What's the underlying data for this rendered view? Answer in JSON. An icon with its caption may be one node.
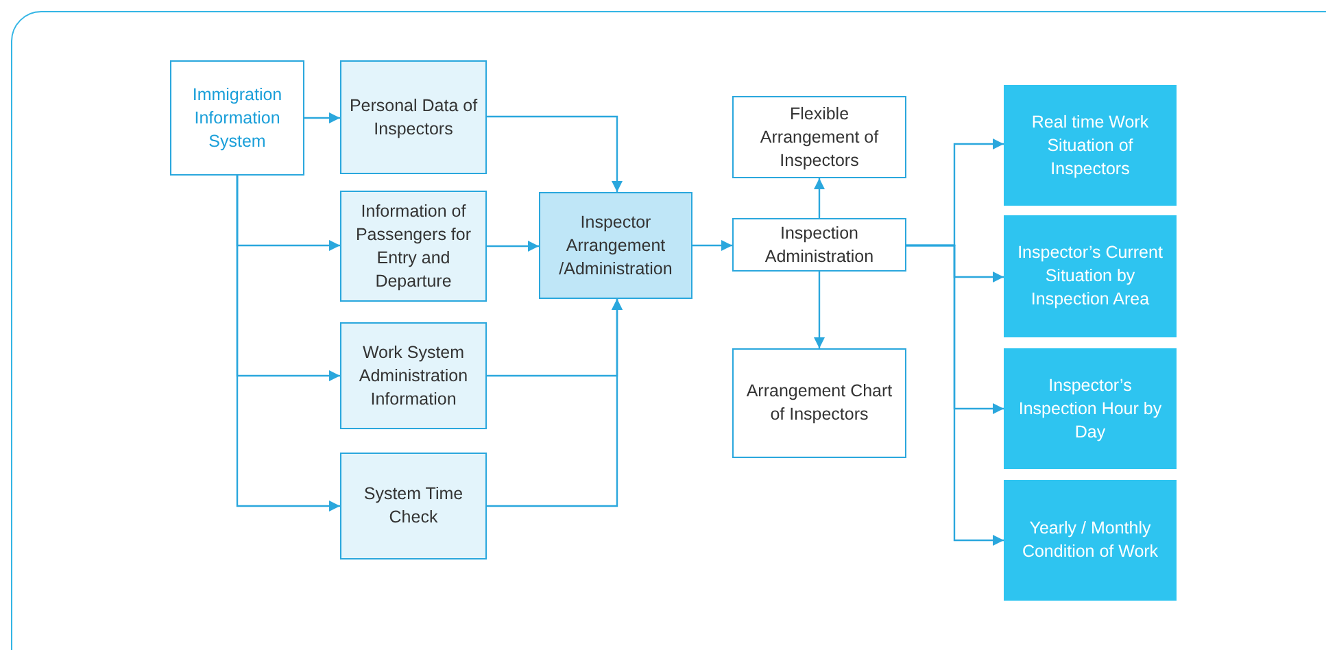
{
  "diagram": {
    "nodes": [
      {
        "text": [
          "Immigration Information System"
        ]
      },
      {
        "text": [
          "Personal Data of Inspectors"
        ]
      },
      {
        "text": [
          "Information of Passengers for Entry and Departure"
        ]
      },
      {
        "text": [
          "Work System Administration Information"
        ]
      },
      {
        "text": [
          "System Time Check"
        ]
      },
      {
        "text": [
          "Inspector Arrangement /Administration"
        ]
      },
      {
        "text": [
          "Flexible Arrangement of Inspectors"
        ]
      },
      {
        "text": [
          "Inspection Administration"
        ]
      },
      {
        "text": [
          "Arrangement Chart of Inspectors"
        ]
      },
      {
        "text": [
          "Real time Work Situation of Inspectors"
        ]
      },
      {
        "text": [
          "Inspector’s Current Situation by Inspection Area"
        ]
      },
      {
        "text": [
          "Inspector’s Inspection Hour by Day"
        ]
      },
      {
        "text": [
          "Yearly / Monthly Condition of Work"
        ]
      }
    ],
    "edges": [
      {
        "from": 0,
        "to": 1,
        "arrow": "to"
      },
      {
        "from": 0,
        "to": 2,
        "arrow": "to"
      },
      {
        "from": 0,
        "to": 3,
        "arrow": "to"
      },
      {
        "from": 0,
        "to": 4,
        "arrow": "to"
      },
      {
        "from": 1,
        "to": 5,
        "arrow": "to"
      },
      {
        "from": 2,
        "to": 5,
        "arrow": "to"
      },
      {
        "from": 3,
        "to": 5,
        "arrow": "to"
      },
      {
        "from": 4,
        "to": 5,
        "arrow": "to"
      },
      {
        "from": 5,
        "to": 7,
        "arrow": "to"
      },
      {
        "from": 7,
        "to": 6,
        "arrow": "to"
      },
      {
        "from": 7,
        "to": 8,
        "arrow": "to"
      },
      {
        "from": 7,
        "to": 9,
        "arrow": "to"
      },
      {
        "from": 7,
        "to": 10,
        "arrow": "to"
      },
      {
        "from": 7,
        "to": 11,
        "arrow": "to"
      },
      {
        "from": 7,
        "to": 12,
        "arrow": "to"
      }
    ]
  }
}
